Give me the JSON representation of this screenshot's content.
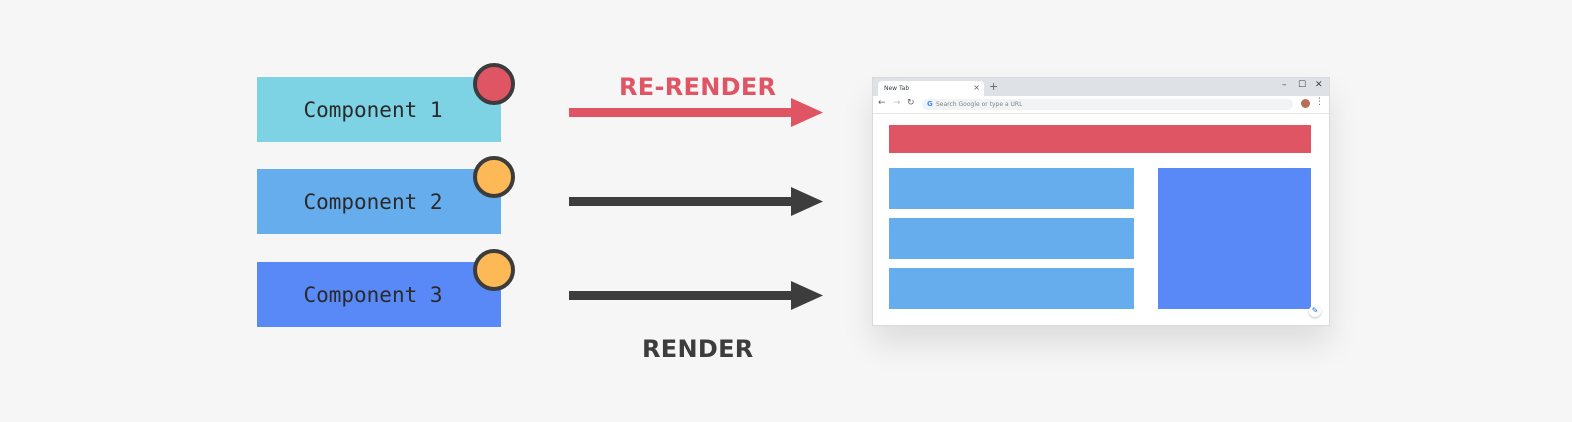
{
  "components": [
    {
      "label": "Component 1",
      "color": "#7dd3e4",
      "dot_color": "#e05563",
      "top": 0
    },
    {
      "label": "Component 2",
      "color": "#66aded",
      "dot_color": "#fdb955",
      "top": 0
    },
    {
      "label": "Component 3",
      "color": "#5889f6",
      "dot_color": "#fdb955",
      "top": 0
    }
  ],
  "labels": {
    "re_render": "RE-RENDER",
    "render": "RENDER"
  },
  "colors": {
    "re_render": "#e05563",
    "render": "#3d3d3d",
    "header_block": "#e05563",
    "list_block": "#66aded",
    "side_block": "#5889f6"
  },
  "browser": {
    "tab_title": "New Tab",
    "tab_close": "×",
    "new_tab": "+",
    "minimize": "–",
    "maximize": "☐",
    "close": "✕",
    "back": "←",
    "forward": "→",
    "reload": "↻",
    "omnibox_logo": "G",
    "omnibox_placeholder": "Search Google or type a URL",
    "menu": "⋮",
    "edit_icon": "✎"
  }
}
